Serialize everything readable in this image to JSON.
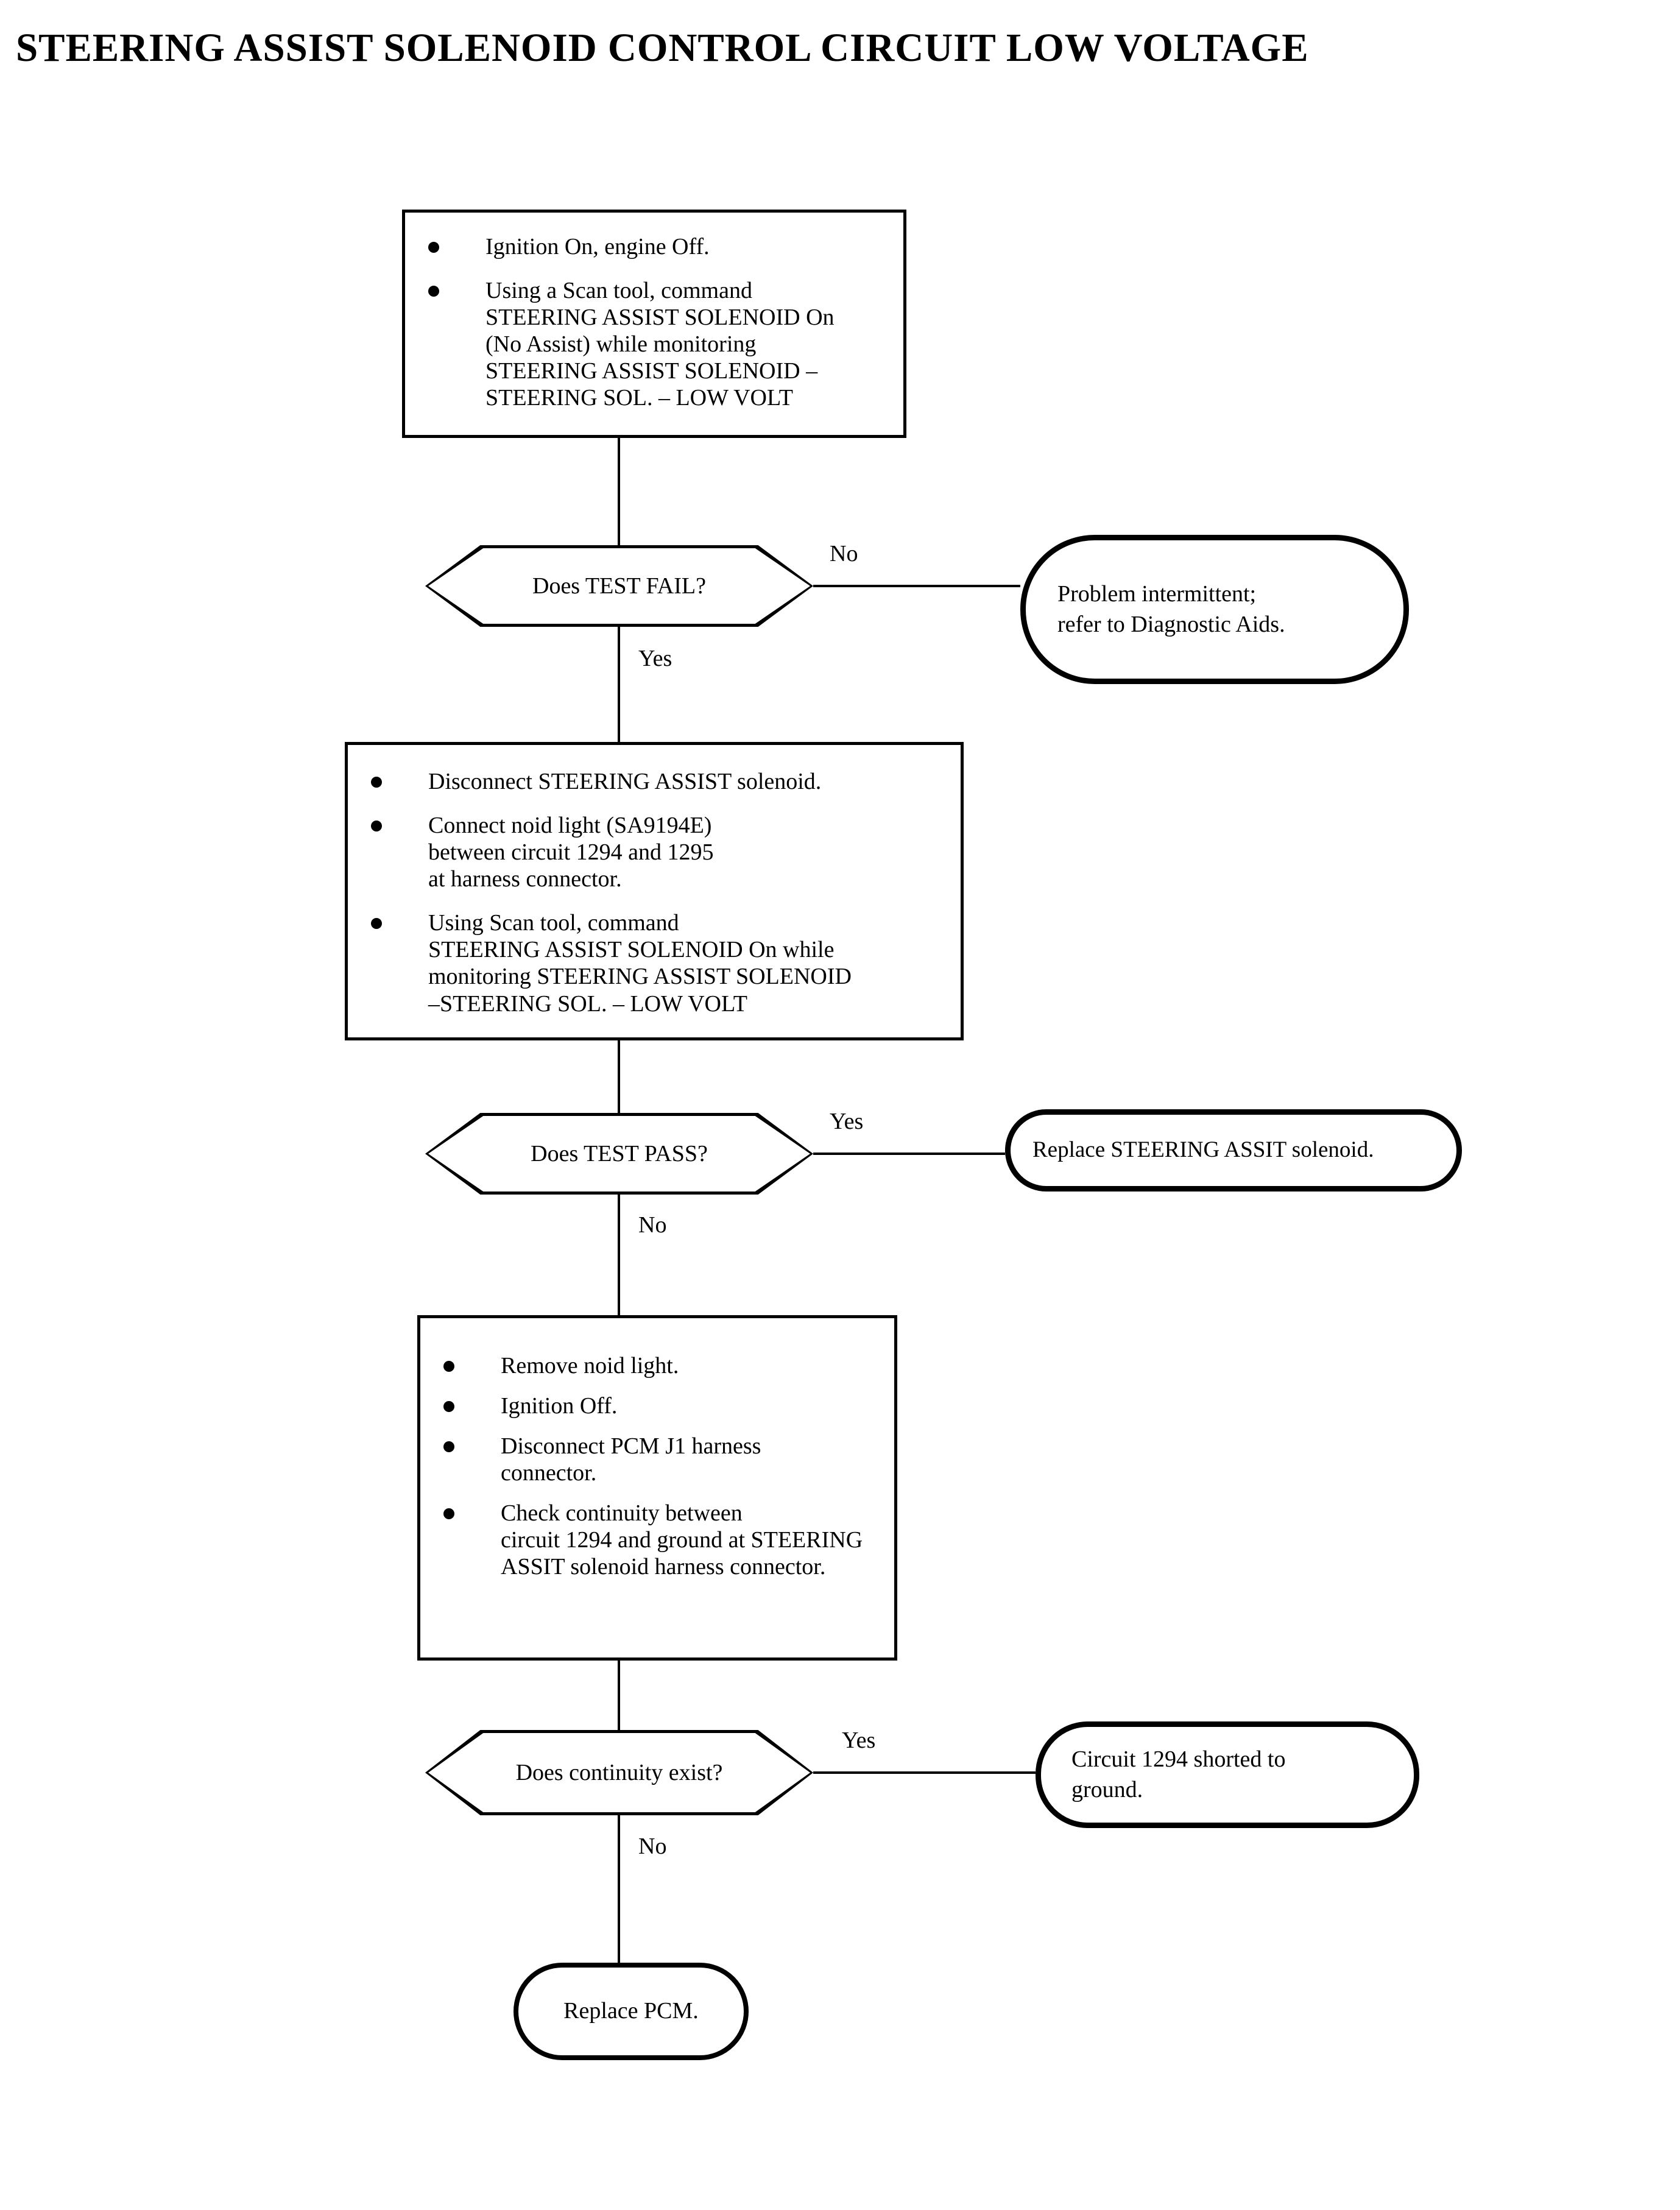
{
  "document": {
    "title": "STEERING ASSIST SOLENOID CONTROL CIRCUIT LOW VOLTAGE",
    "type": "diagnostic-flowchart"
  },
  "colors": {
    "ink": "#000000",
    "paper": "#ffffff"
  },
  "nodes": {
    "step1": {
      "shape": "process",
      "bullets": [
        "Ignition On, engine Off.",
        "Using a Scan tool, command\nSTEERING ASSIST SOLENOID On\n(No Assist) while monitoring\nSTEERING ASSIST SOLENOID –\nSTEERING SOL. – LOW VOLT"
      ]
    },
    "decision1": {
      "shape": "decision",
      "label": "Does TEST FAIL?",
      "yes_label": "Yes",
      "no_label": "No"
    },
    "terminal1": {
      "shape": "terminal",
      "label": "Problem intermittent;\nrefer to Diagnostic Aids."
    },
    "step2": {
      "shape": "process",
      "bullets": [
        "Disconnect STEERING ASSIST solenoid.",
        "Connect noid light (SA9194E)\nbetween circuit 1294 and 1295\nat harness connector.",
        "Using Scan tool, command\nSTEERING ASSIST SOLENOID On while\nmonitoring STEERING ASSIST SOLENOID\n–STEERING SOL. – LOW VOLT"
      ]
    },
    "decision2": {
      "shape": "decision",
      "label": "Does TEST PASS?",
      "yes_label": "Yes",
      "no_label": "No"
    },
    "terminal2": {
      "shape": "terminal",
      "label": "Replace STEERING ASSIT solenoid."
    },
    "step3": {
      "shape": "process",
      "bullets": [
        "Remove noid light.",
        "Ignition Off.",
        "Disconnect PCM J1 harness\nconnector.",
        "Check continuity between\ncircuit 1294 and ground at STEERING\nASSIT solenoid harness connector."
      ]
    },
    "decision3": {
      "shape": "decision",
      "label": "Does continuity exist?",
      "yes_label": "Yes",
      "no_label": "No"
    },
    "terminal3": {
      "shape": "terminal",
      "label": "Circuit 1294 shorted to\nground."
    },
    "terminal4": {
      "shape": "terminal-pill",
      "label": "Replace PCM."
    }
  }
}
